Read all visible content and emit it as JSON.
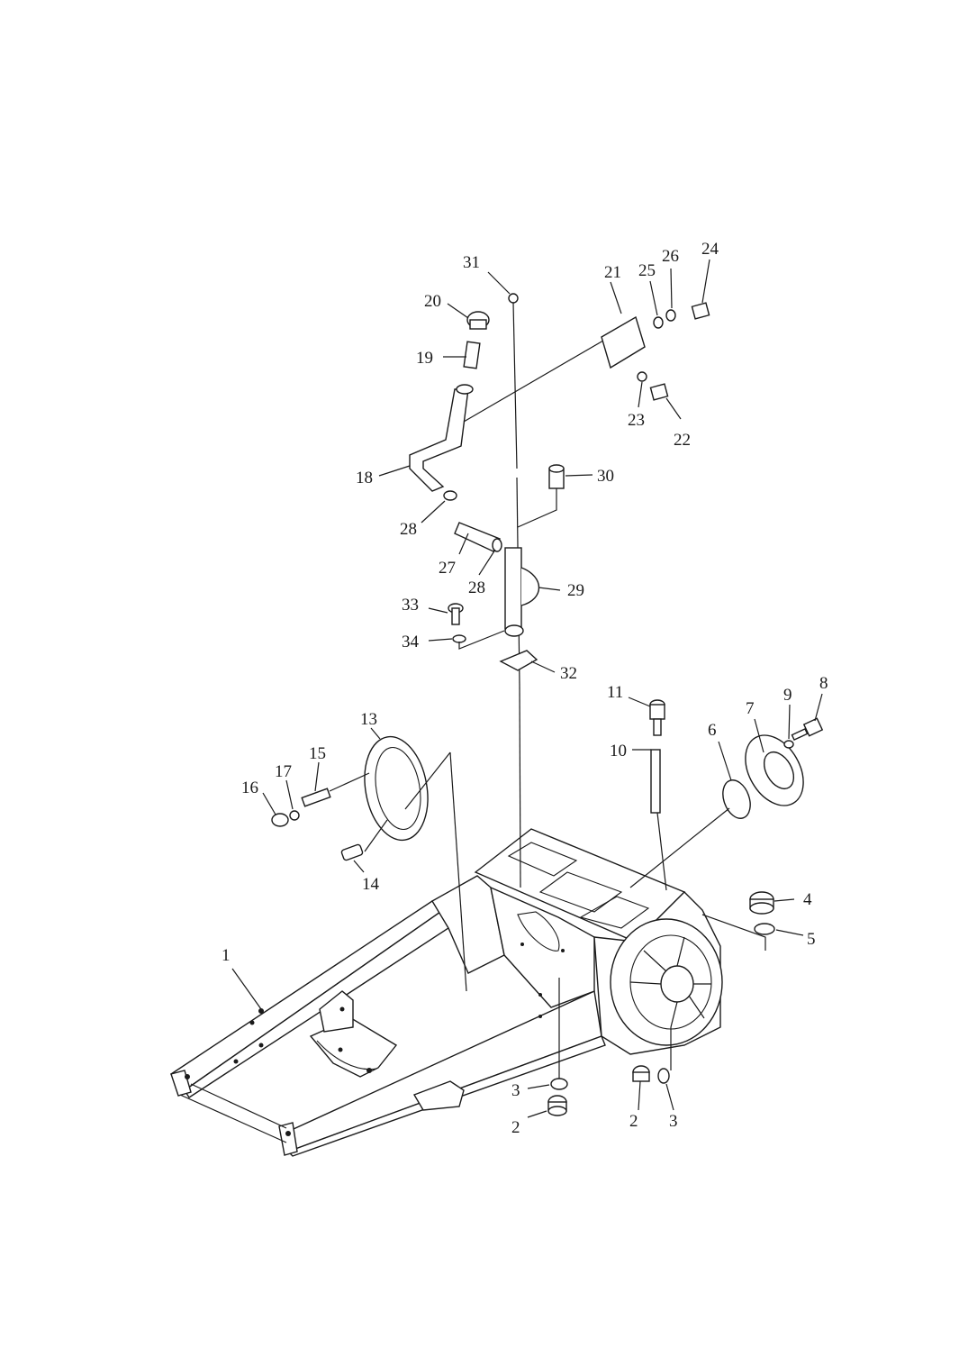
{
  "labels": {
    "p1": "1",
    "p2a": "2",
    "p2b": "2",
    "p3a": "3",
    "p3b": "3",
    "p4": "4",
    "p5": "5",
    "p6": "6",
    "p7": "7",
    "p8": "8",
    "p9": "9",
    "p10": "10",
    "p11": "11",
    "p13": "13",
    "p14": "14",
    "p15": "15",
    "p16": "16",
    "p17": "17",
    "p18": "18",
    "p19": "19",
    "p20": "20",
    "p21": "21",
    "p22": "22",
    "p23": "23",
    "p24": "24",
    "p25": "25",
    "p26": "26",
    "p27": "27",
    "p28a": "28",
    "p28b": "28",
    "p29": "29",
    "p30": "30",
    "p31": "31",
    "p32": "32",
    "p33": "33",
    "p34": "34"
  }
}
